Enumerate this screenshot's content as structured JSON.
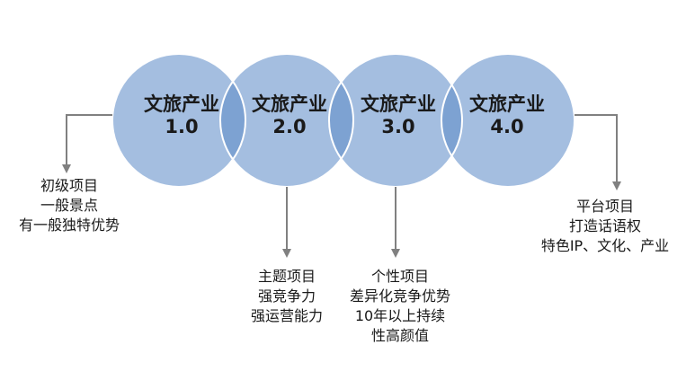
{
  "colors": {
    "circle_fill": "#a4bee0",
    "circle_overlap": "#7da2d2",
    "circle_stroke": "#ffffff",
    "arrow": "#808080",
    "text": "#1a1a1a"
  },
  "stages": [
    {
      "title": "文旅产业",
      "version": "1.0",
      "notes": [
        "初级项目",
        "一般景点",
        "有一般独特优势"
      ]
    },
    {
      "title": "文旅产业",
      "version": "2.0",
      "notes": [
        "主题项目",
        "强竞争力",
        "强运营能力"
      ]
    },
    {
      "title": "文旅产业",
      "version": "3.0",
      "notes": [
        "个性项目",
        "差异化竞争优势",
        "10年以上持续",
        "性高颜值"
      ]
    },
    {
      "title": "文旅产业",
      "version": "4.0",
      "notes": [
        "平台项目",
        "打造话语权",
        "特色IP、文化、产业"
      ]
    }
  ]
}
